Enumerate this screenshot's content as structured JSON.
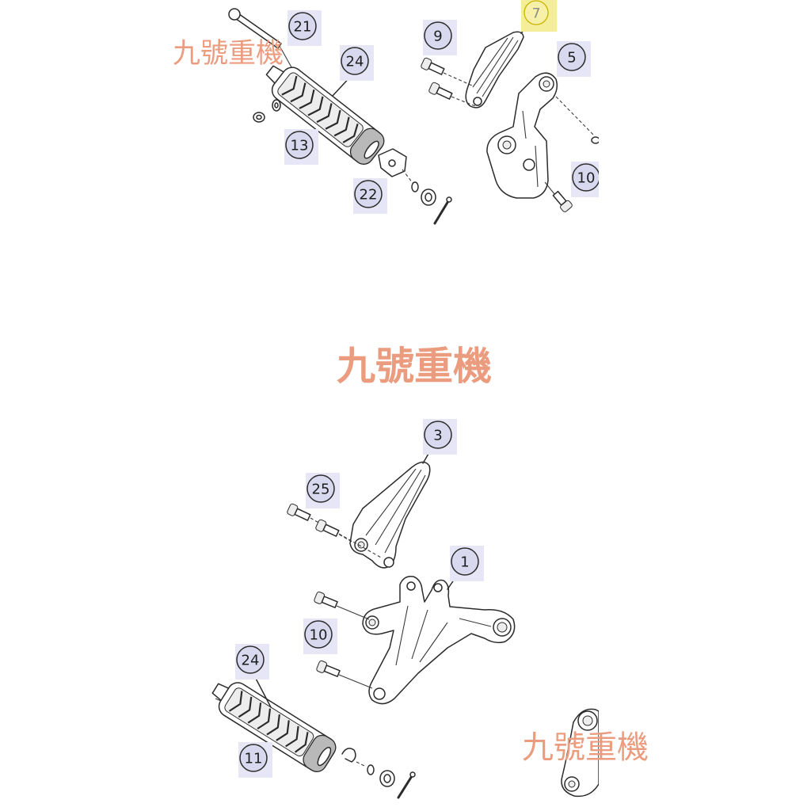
{
  "watermarks": {
    "top_left": "九號重機",
    "center": "九號重機",
    "bottom_right": "九號重機"
  },
  "upper_callouts": [
    "21",
    "24",
    "9",
    "7",
    "5",
    "13",
    "22",
    "10"
  ],
  "lower_callouts": [
    "3",
    "25",
    "1",
    "10",
    "24",
    "11"
  ],
  "colors": {
    "watermark": "#eb9c7f",
    "callout_box": "#e6e6f6",
    "callout_circle": "#d8d8ee",
    "selected_box": "#f4ee9a",
    "selected_circle": "#f6f0a8",
    "line_art": "#2b2b2b"
  }
}
